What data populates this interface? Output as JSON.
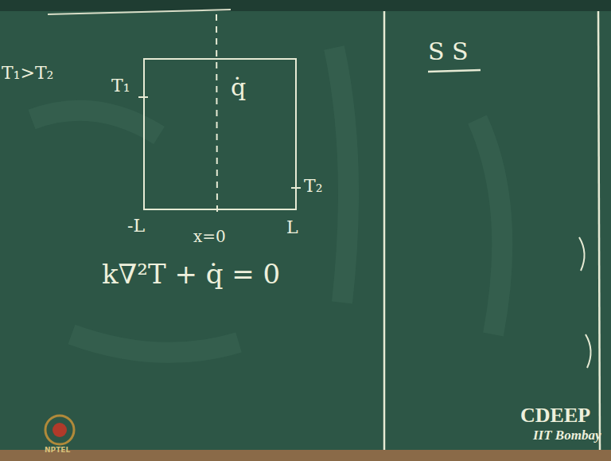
{
  "diagram": {
    "nodes": [
      {
        "text": [
          "q̇"
        ]
      }
    ],
    "labels": [
      "T₁>T₂",
      "T₁",
      "T₂",
      "-L",
      "x=0",
      "L",
      "k∇²T + q̇ = 0",
      "S S",
      "CDEEP",
      "IIT Bombay",
      "NPTEL"
    ]
  }
}
